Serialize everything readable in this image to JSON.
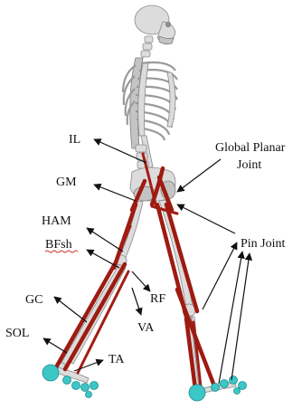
{
  "labels": {
    "il": "IL",
    "gm": "GM",
    "ham": "HAM",
    "bfsh": "BFsh",
    "gc": "GC",
    "sol": "SOL",
    "ta": "TA",
    "rf": "RF",
    "va": "VA",
    "global_planar_joint_line1": "Global Planar",
    "global_planar_joint_line2": "Joint",
    "pin_joint": "Pin Joint"
  },
  "colors": {
    "muscle": "#9e1b12",
    "bone": "#dcdcdc",
    "foot_joint": "#3cc6c6",
    "text": "#111111"
  }
}
